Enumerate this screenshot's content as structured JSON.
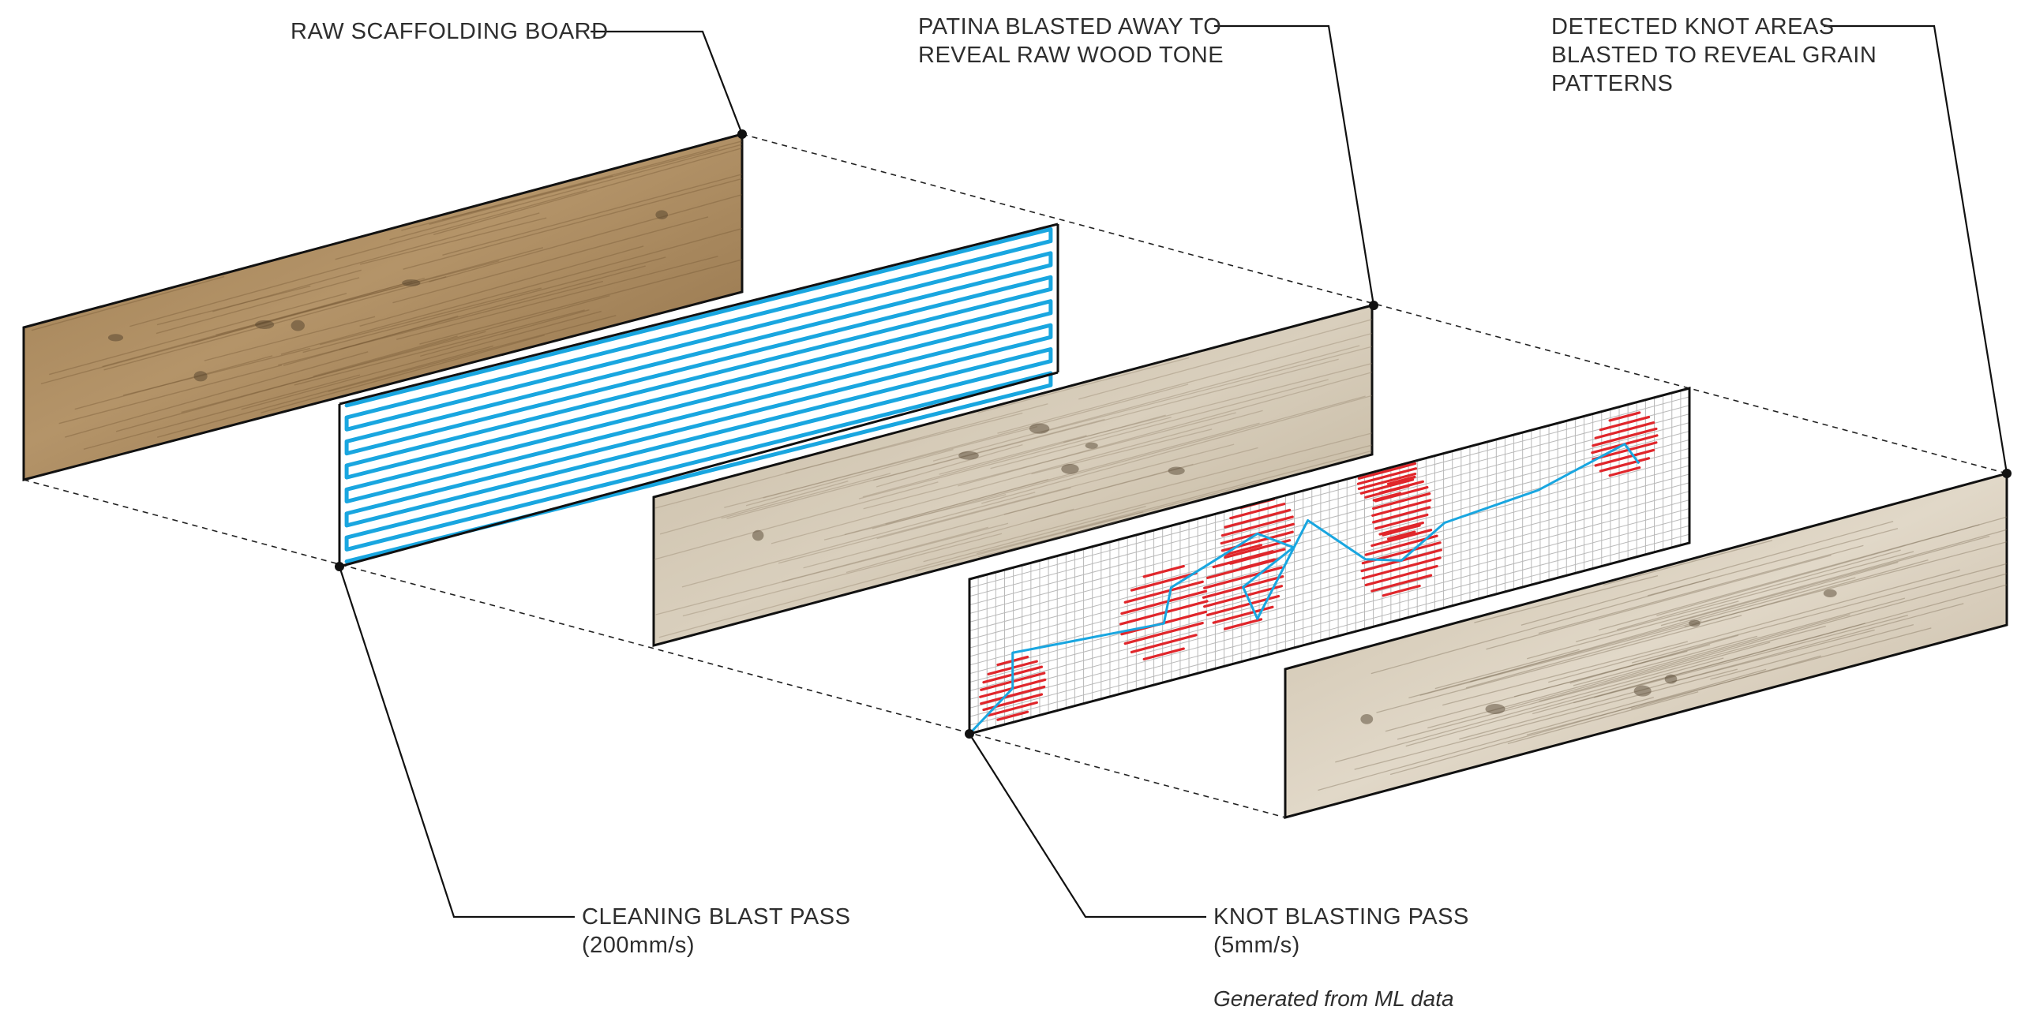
{
  "callouts": {
    "raw_board": {
      "lines": [
        "RAW SCAFFOLDING BOARD"
      ]
    },
    "patina": {
      "lines": [
        "PATINA BLASTED AWAY TO",
        "REVEAL RAW WOOD TONE"
      ]
    },
    "knots_detected": {
      "lines": [
        "DETECTED KNOT AREAS",
        "BLASTED TO REVEAL GRAIN",
        "PATTERNS"
      ]
    },
    "cleaning_pass": {
      "lines": [
        "CLEANING BLAST PASS",
        "(200mm/s)"
      ]
    },
    "knot_pass": {
      "lines": [
        "KNOT BLASTING PASS",
        "(5mm/s)"
      ]
    }
  },
  "footnote": "Generated from ML data",
  "colors": {
    "toolpath": "#19a6e0",
    "knot_fill": "#e0262b",
    "outline": "#111111",
    "grid": "#b9b9b9",
    "wood_raw": "#a8875a",
    "wood_clean": "#d2c6b2",
    "wood_final": "#d7cdbd"
  }
}
